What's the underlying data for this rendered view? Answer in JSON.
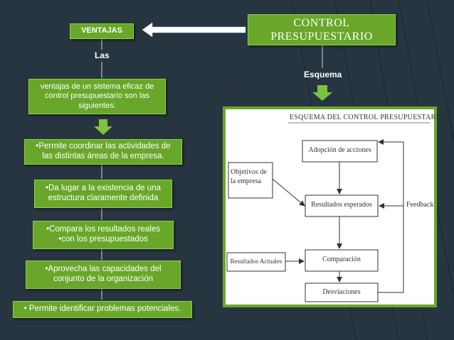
{
  "slide": {
    "control_title_line1": "CONTROL",
    "control_title_line2": "PRESUPUESTARIO",
    "ventajas_label": "VENTAJAS",
    "las_label": "Las",
    "esquema_label": "Esquema",
    "intro_text": "ventajas de un sistema eficaz de control presupuestario son las siguientes:",
    "benefits": [
      "•Permite coordinar las actividades de las distintas áreas de la empresa.",
      "•Da lugar a la existencia de una estructura claramente definida",
      "•Compara los resultados reales •con los presupuestados",
      "•Aprovecha las capacidades del conjunto de la organización",
      "• Permite identificar problemas potenciales."
    ]
  },
  "scheme": {
    "title": "ESQUEMA DEL CONTROL PRESUPUESTARIO",
    "nodes": {
      "adopcion": "Adopción de acciones",
      "objetivos": "Objetivos de la empresa",
      "resultados_esperados": "Resultados esperados",
      "feedback": "Feedback",
      "resultados_actuales": "Resultados Actuales",
      "comparacion": "Comparación",
      "desviaciones": "Desviaciones"
    }
  },
  "colors": {
    "background": "#263540",
    "green": "#69a72a",
    "bright_green": "#7ec242",
    "white": "#ffffff"
  }
}
